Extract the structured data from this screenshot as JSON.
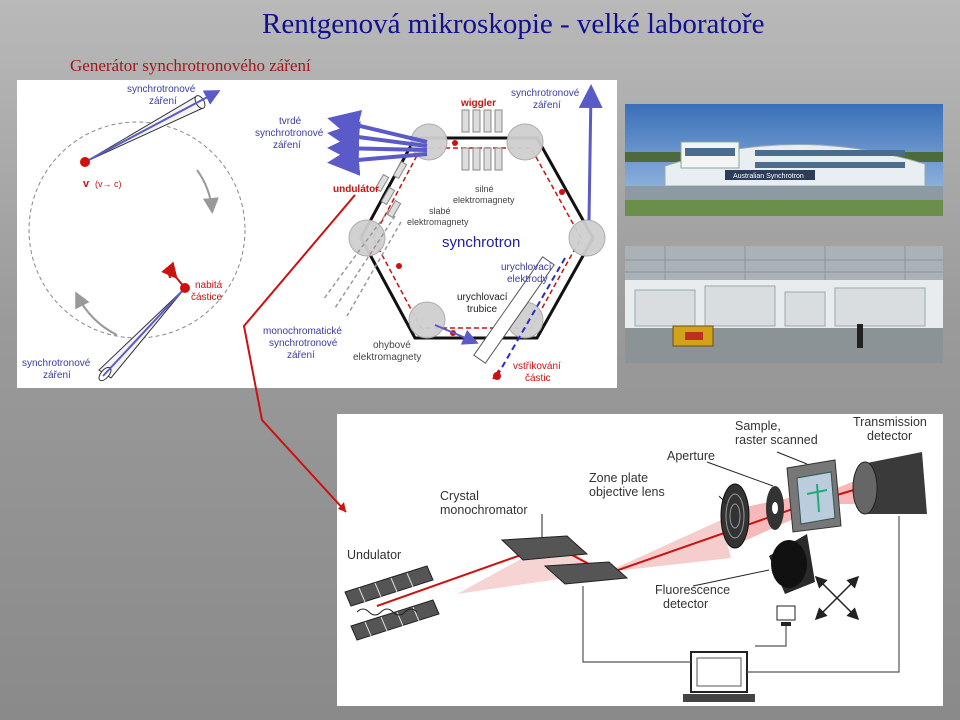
{
  "slide": {
    "title": "Rentgenová mikroskopie - velké laboratoře",
    "subtitle": "Generátor synchrotronového záření"
  },
  "diagram": {
    "sync_rad_top": [
      "synchrotronové",
      "záření"
    ],
    "velocity": "v",
    "velocity_note": "(v→ c)",
    "velocity2": "v",
    "charged_particle": [
      "nabitá",
      "částice"
    ],
    "sync_rad_bottom": [
      "synchrotronové",
      "záření"
    ],
    "hard_radiation": [
      "tvrdé",
      "synchrotronové",
      "záření"
    ],
    "wiggler": "wiggler",
    "sync_rad_right": [
      "synchrotronové",
      "záření"
    ],
    "undulator": "undulátor",
    "strong_magnets": [
      "silné",
      "elektromagnety"
    ],
    "weak_magnets": [
      "slabé",
      "elektromagnety"
    ],
    "synchrotron": "synchrotron",
    "accel_electrodes": [
      "urychlovací",
      "elektrody"
    ],
    "accel_tube": [
      "urychlovací",
      "trubice"
    ],
    "mono_radiation": [
      "monochromatické",
      "synchrotronové",
      "záření"
    ],
    "bending_magnets": [
      "ohybové",
      "elektromagnety"
    ],
    "injection": [
      "vstřikování",
      "částic"
    ]
  },
  "photos": {
    "building_sign": "Australian Synchrotron"
  },
  "schematic": {
    "undulator": "Undulator",
    "crystal": [
      "Crystal",
      "monochromator"
    ],
    "zone_plate": [
      "Zone plate",
      "objective lens"
    ],
    "aperture": "Aperture",
    "sample": [
      "Sample,",
      "raster scanned"
    ],
    "transmission": [
      "Transmission",
      "detector"
    ],
    "fluorescence": [
      "Fluorescence",
      "detector"
    ]
  },
  "colors": {
    "title": "#101090",
    "subtitle": "#a01818",
    "beam_red": "#cc1111",
    "radiation_blue": "#5a5ac8"
  }
}
